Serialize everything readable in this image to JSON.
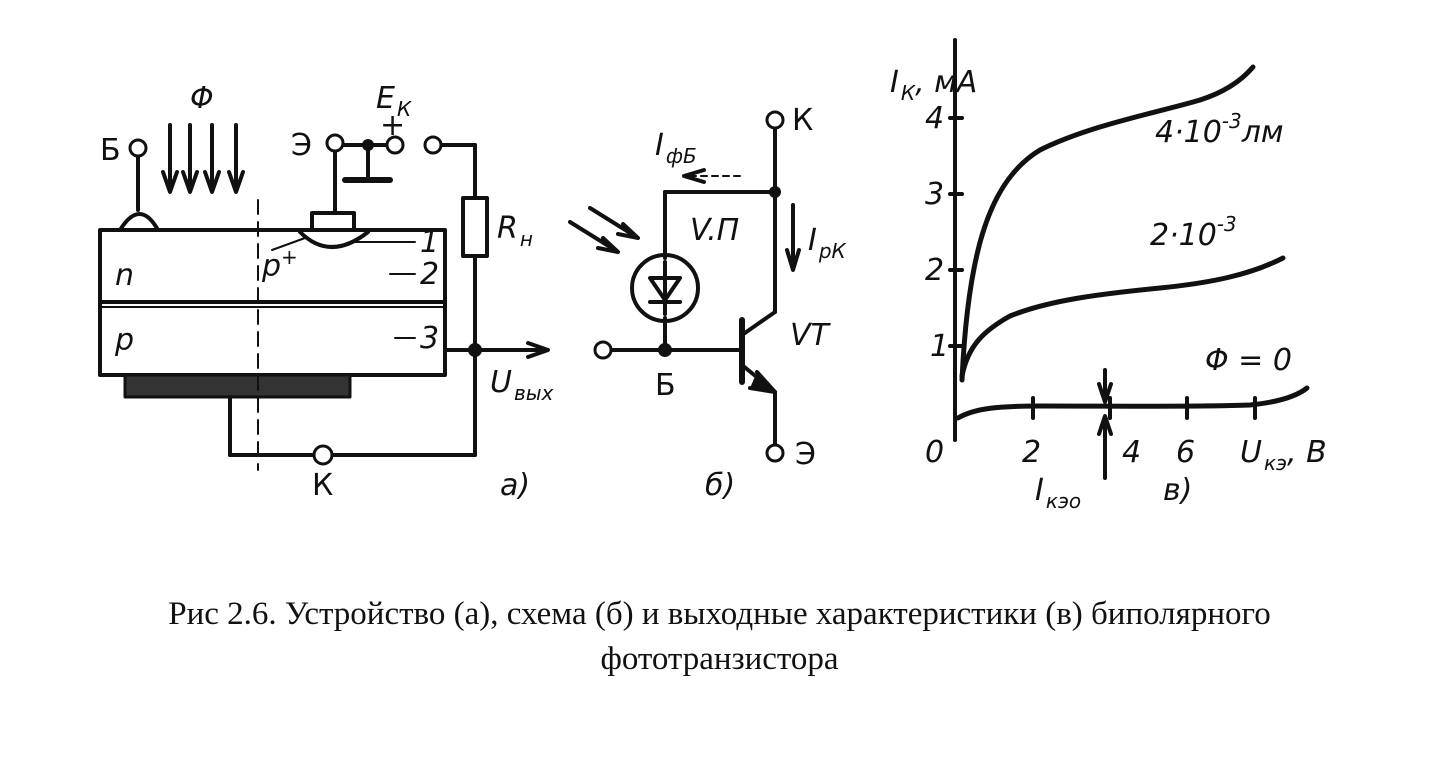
{
  "figure_a": {
    "flux": "Φ",
    "base": "Б",
    "emitter": "Э",
    "supply": "E",
    "supply_sub": "К",
    "plus": "+",
    "p_plus": "p",
    "p_plus_sup": "+",
    "n_region": "n",
    "p_region": "p",
    "marker_1": "1",
    "marker_2": "2",
    "marker_3": "3",
    "load": "R",
    "load_sub": "н",
    "output": "U",
    "output_sub": "вых",
    "collector": "К",
    "panel": "а)"
  },
  "figure_b": {
    "current_fb": "I",
    "current_fb_sub": "фБ",
    "collector": "К",
    "diode": "V.П",
    "current_rk": "I",
    "current_rk_sub": "рК",
    "transistor": "VT",
    "base": "Б",
    "emitter": "Э",
    "panel": "б)"
  },
  "figure_c": {
    "y_label": "I",
    "y_label_sub": "К",
    "y_label_unit": ", мА",
    "y_ticks": [
      "1",
      "2",
      "3",
      "4"
    ],
    "x_ticks": [
      "2",
      "4",
      "6"
    ],
    "origin": "0",
    "x_label": "U",
    "x_label_sub": "кэ",
    "x_label_unit": ", В",
    "curve_top_label": "4·10",
    "curve_top_exp": "-3",
    "curve_top_unit": "лм",
    "curve_mid_label": "2·10",
    "curve_mid_exp": "-3",
    "curve_low_label": "Φ = 0",
    "dark_current": "I",
    "dark_current_sub": "кэо",
    "panel": "в)"
  },
  "caption": {
    "line1": "Рис 2.6.  Устройство (а), схема (б) и выходные характеристики (в) биполярного",
    "line2": "фототранзистора"
  }
}
